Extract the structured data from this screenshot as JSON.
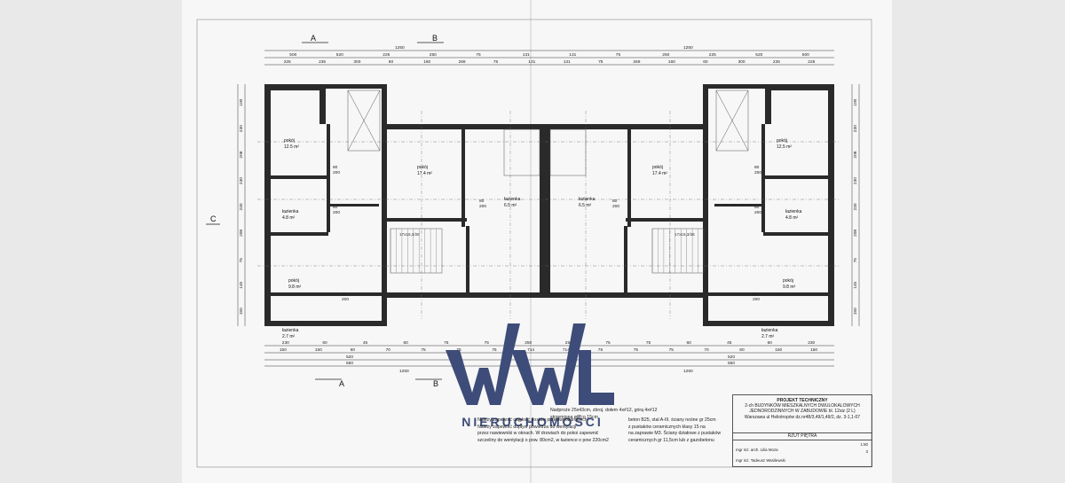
{
  "brand": {
    "name": "NIERUCHOMOŚCI",
    "logo_color": "#3d4c78"
  },
  "section_markers": {
    "a": "A",
    "b": "B",
    "c": "C"
  },
  "dimensions": {
    "total_half": "1250",
    "top_row1": [
      "500",
      "520",
      "225",
      "250",
      "75",
      "131",
      "131",
      "75",
      "250",
      "225",
      "520",
      "500"
    ],
    "top_row2": [
      "225",
      "235",
      "300",
      "60",
      "160",
      "269",
      "75",
      "131",
      "131",
      "75",
      "269",
      "160",
      "60",
      "300",
      "235",
      "225"
    ],
    "bottom_row1": [
      "230",
      "60",
      "45",
      "60",
      "75",
      "75",
      "250",
      "250",
      "75",
      "75",
      "60",
      "45",
      "60",
      "230"
    ],
    "bottom_row2": [
      "150",
      "150",
      "60",
      "70",
      "75",
      "75",
      "75",
      "714",
      "714",
      "75",
      "75",
      "75",
      "70",
      "60",
      "150",
      "150"
    ],
    "bottom_row3": [
      "520",
      "520"
    ],
    "bottom_row4": [
      "550",
      "550"
    ],
    "side_left": [
      "100",
      "230",
      "208",
      "230",
      "230",
      "208",
      "75",
      "145",
      "150"
    ],
    "side_right": [
      "100",
      "230",
      "208",
      "230",
      "230",
      "208",
      "75",
      "145",
      "150"
    ]
  },
  "rooms": [
    {
      "name": "pokój",
      "area": "12.5 m²"
    },
    {
      "name": "pokój",
      "area": "17.4 m²"
    },
    {
      "name": "łazienka",
      "area": "4.8 m²"
    },
    {
      "name": "łazienka",
      "area": "6.5 m²"
    },
    {
      "name": "łazienka",
      "area": "6.5 m²"
    },
    {
      "name": "pokój",
      "area": "9.8 m²"
    },
    {
      "name": "łazienka",
      "area": "2.7 m²"
    },
    {
      "name": "pokój",
      "area": "17.4 m²"
    },
    {
      "name": "pokój",
      "area": "12.5 m²"
    },
    {
      "name": "łazienka",
      "area": "4.8 m²"
    },
    {
      "name": "pokój",
      "area": "9.8 m²"
    },
    {
      "name": "łazienka",
      "area": "2.7 m²"
    }
  ],
  "door_labels": [
    "80",
    "200"
  ],
  "stair_label": "17x16,3/26",
  "notes": {
    "lintel": [
      "Nadproże 25x43cm, zbroj. dołem 4x#12, górą 4x#12",
      "strzemiona ø6 co 15cm"
    ],
    "ventilation": [
      "Należy zapewnić ciągłość dostaw przeciwpożarowych",
      "Należy zapewnić dopływ powietrza do wentylacji",
      "przez nawiewniki w oknach. W drzwiach do pokoi zapewnić",
      "szczeliny do wentylacji o pow. 80cm2, w łazience o pow 220cm2"
    ],
    "materials": [
      "beton B25, stal A-III. ściany nośne gr 25cm",
      "z pustaków ceramicznych klasy 15 na",
      "na zaprawie M3. Ściany działowe z pustaków",
      "ceramicznych gr 11,5cm lub z gazobetonu"
    ]
  },
  "title_block": {
    "heading": [
      "PROJEKT TECHNICZNY",
      "2-ch BUDYNKÓW MIESZKALNYCH DWULOKALOWYCH",
      "JEDNORODZINNYCH W ZABUDOWIE bl. 12siz (2 L)",
      "Warszawa ul Heliotropów dz.nr48/3,49/1,49/2, dz. 3-1,1-07"
    ],
    "sheet": "RZUT PIĘTRA",
    "sheet_numbers": [
      "1:50",
      "3"
    ],
    "designer": "mgr inż. arch. Lilia Moza",
    "checker": "mgr inż. Tadeusz Wasilewski"
  },
  "colors": {
    "wall": "#222222",
    "line": "#444444",
    "paper": "#f7f7f7"
  }
}
